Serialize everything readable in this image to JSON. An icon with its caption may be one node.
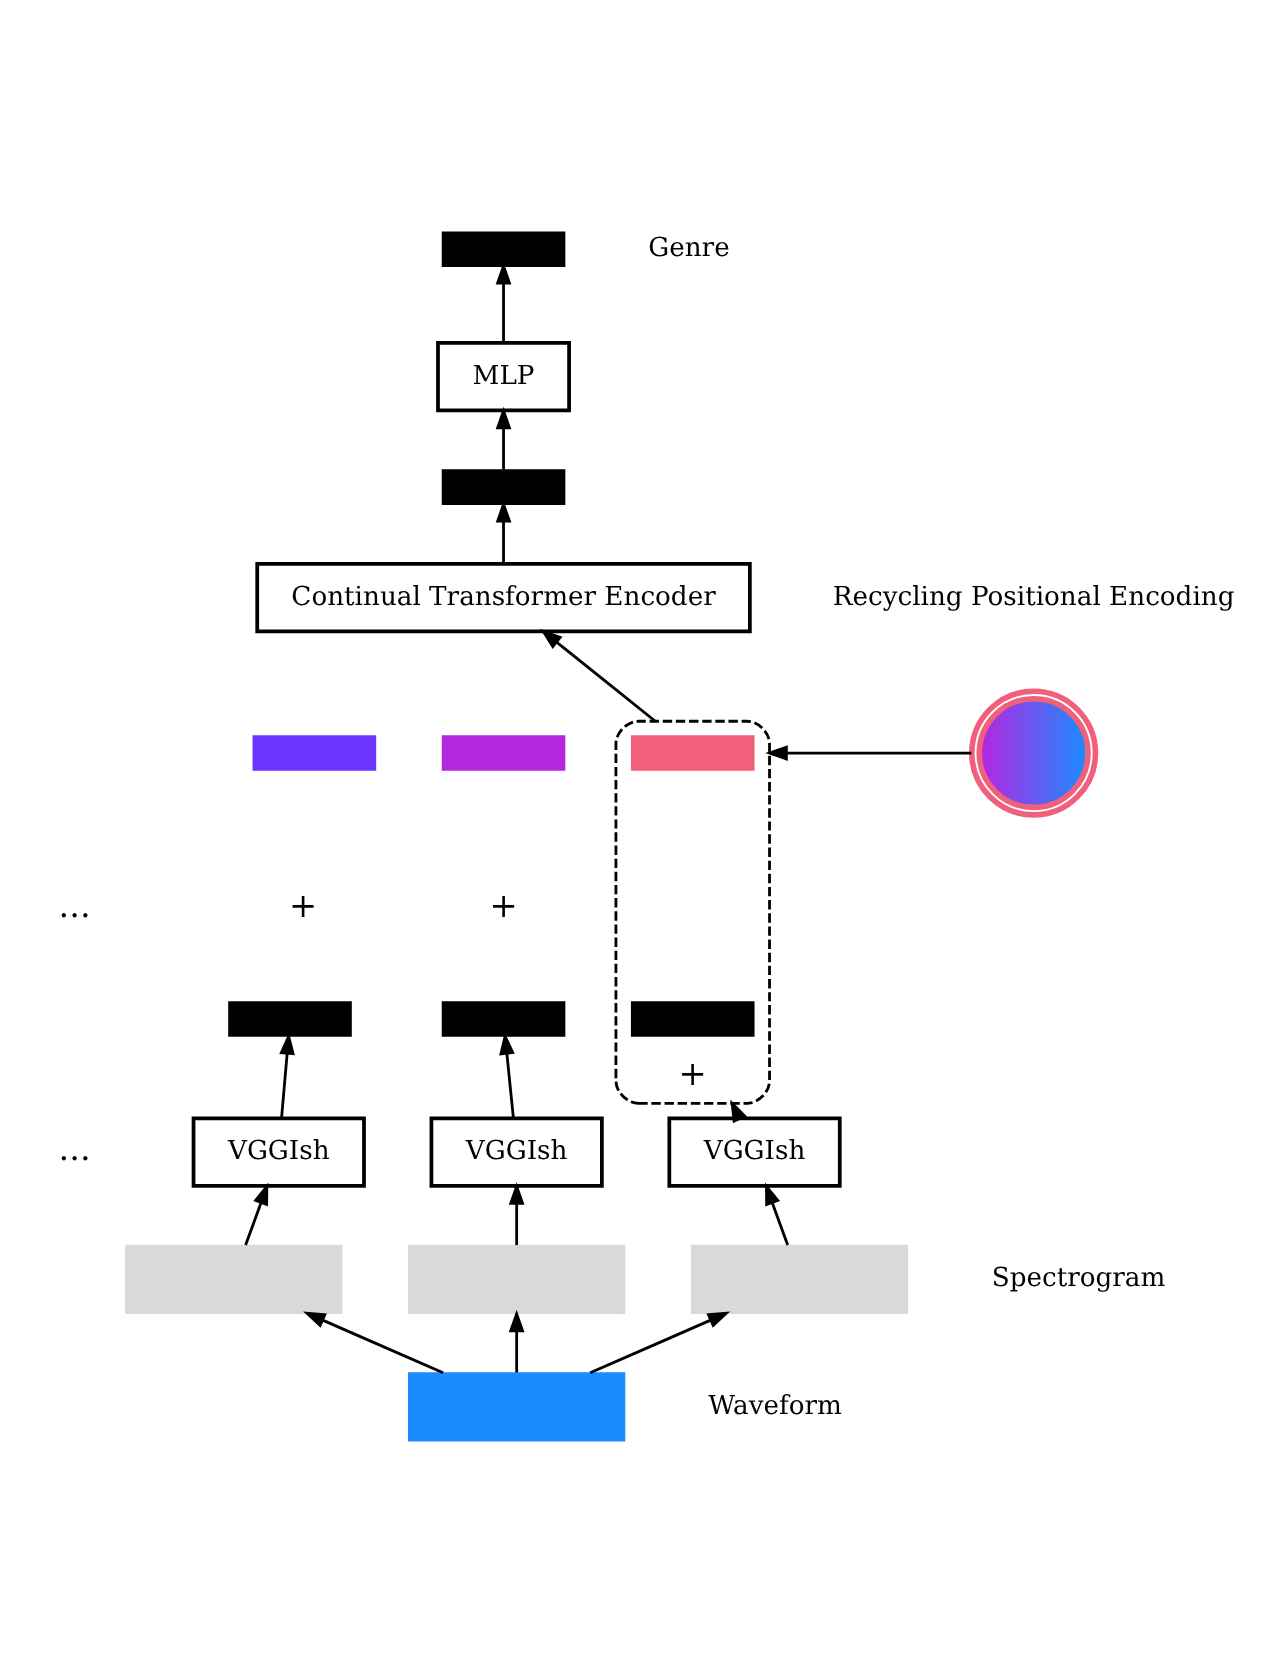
{
  "diagram": {
    "nodes": [
      {
        "text": [],
        "shape": "bar",
        "beside": [
          "Genre"
        ]
      },
      {
        "text": [
          "MLP"
        ]
      },
      {
        "text": [],
        "shape": "bar"
      },
      {
        "text": [
          "Continual Transformer Encoder"
        ]
      },
      {
        "text": [],
        "shape": "circle",
        "beside": [
          "Recycling Positional Encoding"
        ]
      },
      {
        "text": [],
        "shape": "bar"
      },
      {
        "text": [],
        "shape": "bar"
      },
      {
        "text": [
          "+"
        ]
      },
      {
        "text": [],
        "shape": "bar",
        "in": 7
      },
      {
        "text": [],
        "shape": "bar"
      },
      {
        "text": [],
        "shape": "bar"
      },
      {
        "text": [],
        "shape": "bar",
        "in": 7
      },
      {
        "text": [
          "VGGIsh"
        ]
      },
      {
        "text": [
          "VGGIsh"
        ]
      },
      {
        "text": [
          "VGGIsh"
        ]
      },
      {
        "text": [],
        "shape": "box"
      },
      {
        "text": [],
        "shape": "box"
      },
      {
        "text": [],
        "shape": "box",
        "beside": [
          "Spectrogram"
        ]
      },
      {
        "text": [],
        "shape": "box",
        "beside": [
          "Waveform"
        ]
      }
    ],
    "edges": [
      {
        "from": 1,
        "to": 0,
        "arrow": "to"
      },
      {
        "from": 2,
        "to": 1,
        "arrow": "to"
      },
      {
        "from": 3,
        "to": 2,
        "arrow": "to"
      },
      {
        "from": 7,
        "to": 3,
        "arrow": "to"
      },
      {
        "from": 4,
        "to": 7,
        "arrow": "to"
      },
      {
        "from": 12,
        "to": 9,
        "arrow": "to"
      },
      {
        "from": 13,
        "to": 10,
        "arrow": "to"
      },
      {
        "from": 14,
        "to": 7,
        "arrow": "to"
      },
      {
        "from": 15,
        "to": 12,
        "arrow": "to"
      },
      {
        "from": 16,
        "to": 13,
        "arrow": "to"
      },
      {
        "from": 17,
        "to": 14,
        "arrow": "to"
      },
      {
        "from": 18,
        "to": 15,
        "arrow": "to"
      },
      {
        "from": 18,
        "to": 16,
        "arrow": "to"
      },
      {
        "from": 18,
        "to": 17,
        "arrow": "to"
      }
    ],
    "labels": [
      "...",
      "+",
      "+",
      "..."
    ]
  }
}
